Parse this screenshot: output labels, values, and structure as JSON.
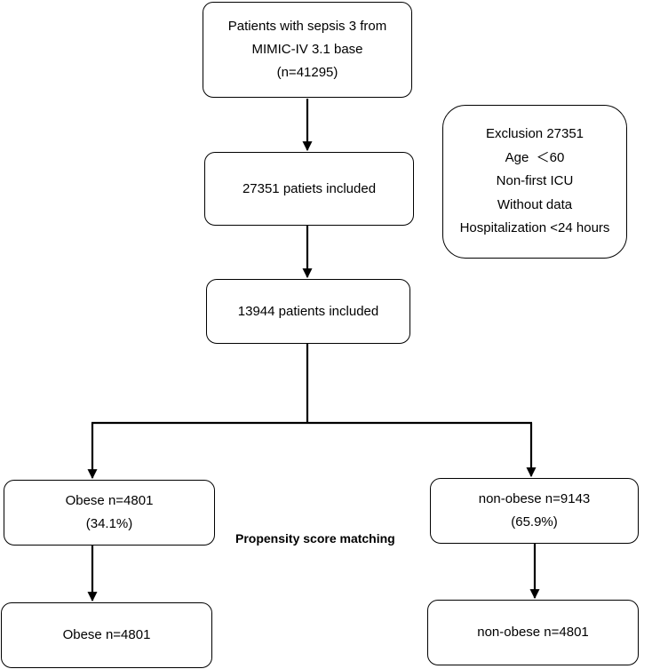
{
  "flowchart": {
    "source_box": {
      "line1": "Patients with sepsis 3 from",
      "line2": "MIMIC-IV 3.1 base",
      "line3": "(n=41295)"
    },
    "included_1": "27351 patiets included",
    "exclusion_box": {
      "title": "Exclusion 27351",
      "criteria": [
        "Age  ＜60",
        "Non-first ICU",
        "Without data",
        "Hospitalization <24 hours"
      ]
    },
    "included_2": "13944 patients included",
    "obese_box": {
      "line1": "Obese n=4801",
      "line2": "(34.1%)"
    },
    "non_obese_box": {
      "line1": "non-obese n=9143",
      "line2": "(65.9%)"
    },
    "psm_label": "Propensity score matching",
    "obese_matched": "Obese n=4801",
    "non_obese_matched": "non-obese n=4801"
  }
}
